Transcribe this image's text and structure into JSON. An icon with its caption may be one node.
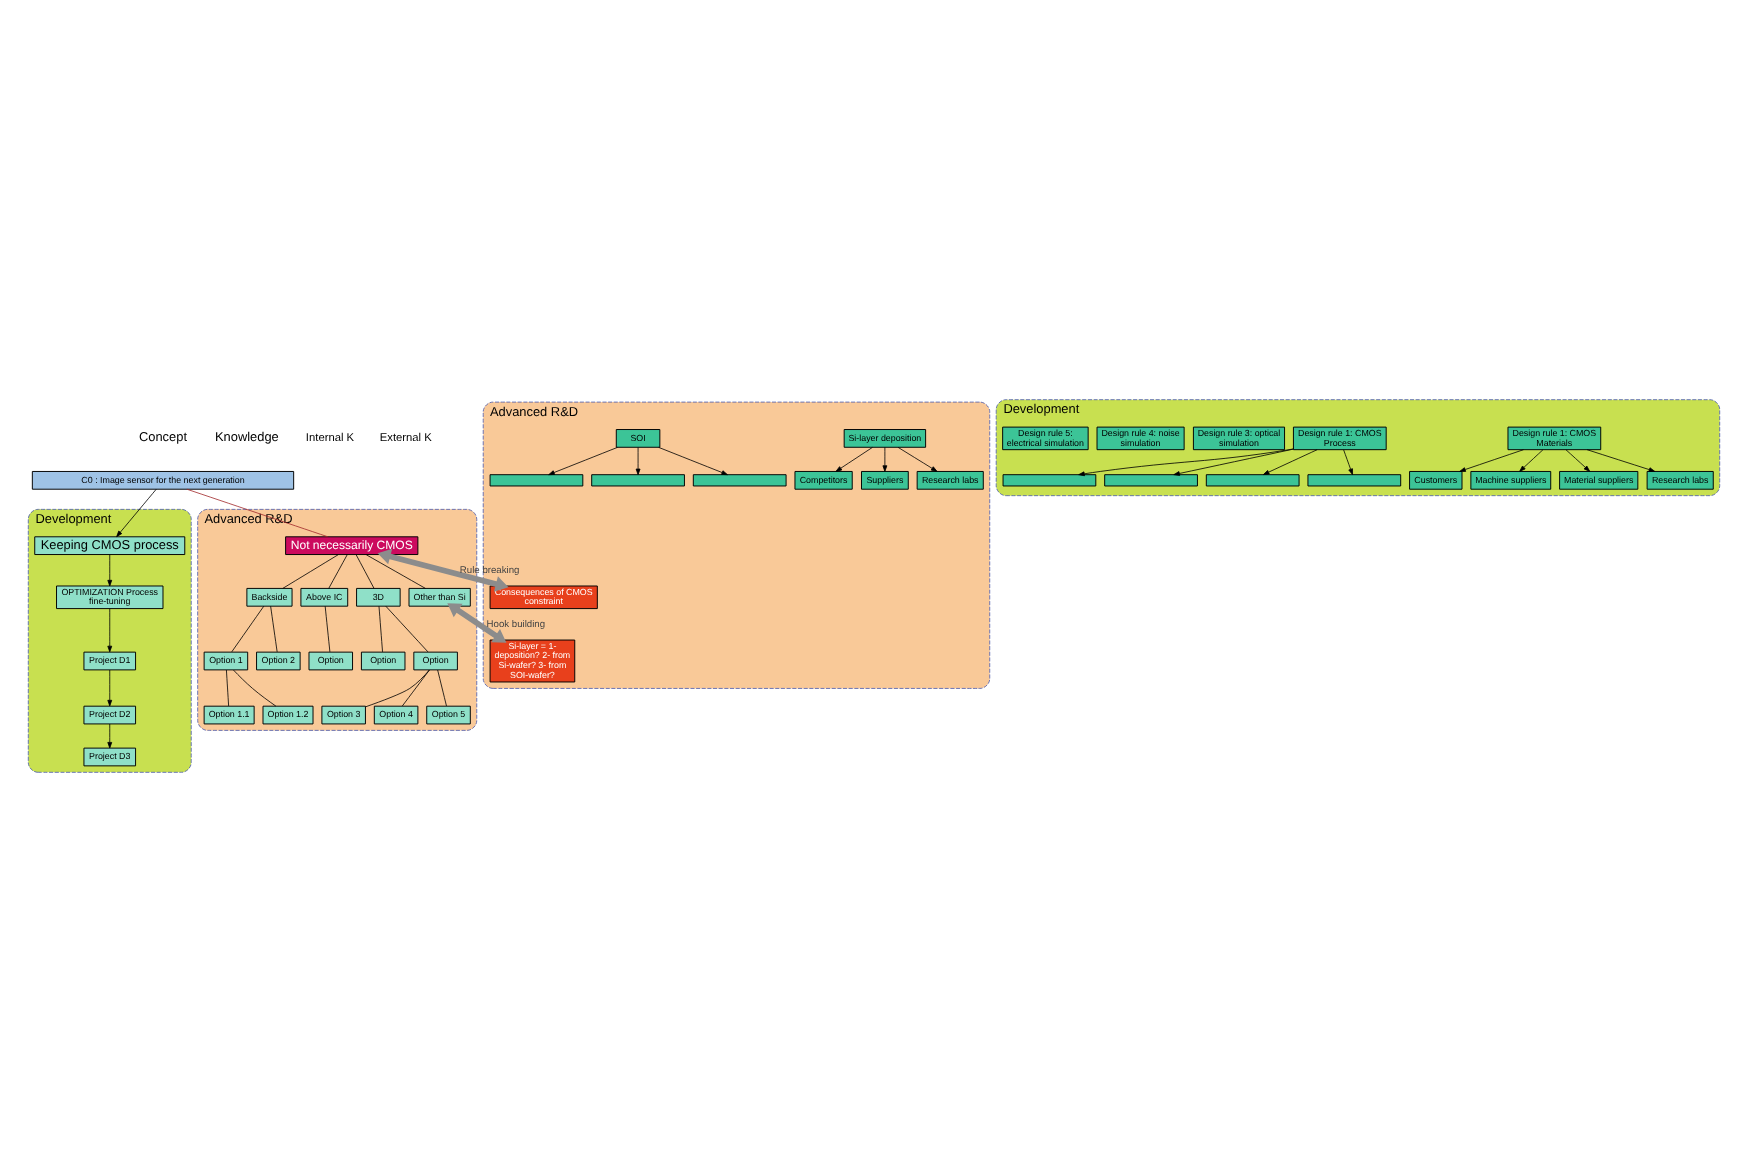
{
  "diagram": {
    "nodes": [
      {
        "text": [
          "C0 : Image sensor for the next generation"
        ]
      },
      {
        "text": [
          "Development"
        ]
      },
      {
        "text": [
          "Keeping CMOS process"
        ],
        "in": 1
      },
      {
        "text": [
          "OPTIMIZATION Process fine-tuning"
        ],
        "in": 1
      },
      {
        "text": [
          "Project D1"
        ],
        "in": 1
      },
      {
        "text": [
          "Project D2"
        ],
        "in": 1
      },
      {
        "text": [
          "Project D3"
        ],
        "in": 1
      },
      {
        "text": [
          "Advanced R&D"
        ]
      },
      {
        "text": [
          "Not necessarily CMOS"
        ],
        "in": 7
      },
      {
        "text": [
          "Backside"
        ],
        "in": 7
      },
      {
        "text": [
          "Above IC"
        ],
        "in": 7
      },
      {
        "text": [
          "3D"
        ],
        "in": 7
      },
      {
        "text": [
          "Other than Si"
        ],
        "in": 7
      },
      {
        "text": [
          "Option 1"
        ],
        "in": 7
      },
      {
        "text": [
          "Option 2"
        ],
        "in": 7
      },
      {
        "text": [
          "Option"
        ],
        "in": 7
      },
      {
        "text": [
          "Option"
        ],
        "in": 7
      },
      {
        "text": [
          "Option"
        ],
        "in": 7
      },
      {
        "text": [
          "Option 1.1"
        ],
        "in": 7
      },
      {
        "text": [
          "Option 1.2"
        ],
        "in": 7
      },
      {
        "text": [
          "Option 3"
        ],
        "in": 7
      },
      {
        "text": [
          "Option 4"
        ],
        "in": 7
      },
      {
        "text": [
          "Option 5"
        ],
        "in": 7
      },
      {
        "text": [
          "Development"
        ]
      },
      {
        "text": [
          "Design rule 1: CMOS Materials"
        ],
        "in": 23
      },
      {
        "text": [
          "Design rule 1: CMOS Process"
        ],
        "in": 23
      },
      {
        "text": [
          "Design rule 3: optical simulation"
        ],
        "in": 23
      },
      {
        "text": [
          "Design rule 4: noise simulation"
        ],
        "in": 23
      },
      {
        "text": [
          "Design rule 5: electrical simulation"
        ],
        "in": 23
      },
      {
        "text": [
          "Customers"
        ],
        "in": 23
      },
      {
        "text": [
          "Machine suppliers"
        ],
        "in": 23
      },
      {
        "text": [
          "Material suppliers"
        ],
        "in": 23
      },
      {
        "text": [
          "Research labs"
        ],
        "in": 23
      },
      {
        "text": [],
        "shape": "box",
        "in": 23
      },
      {
        "text": [],
        "shape": "box",
        "in": 23
      },
      {
        "text": [],
        "shape": "box",
        "in": 23
      },
      {
        "text": [],
        "shape": "box",
        "in": 23
      },
      {
        "text": [
          "Advanced R&D"
        ]
      },
      {
        "text": [
          "Consequences of CMOS constraint"
        ],
        "in": 37
      },
      {
        "text": [
          "Si-layer = 1- deposition? 2- from Si-wafer? 3- from SOI-wafer?"
        ],
        "in": 37
      },
      {
        "text": [
          "Si-layer deposition"
        ],
        "in": 37
      },
      {
        "text": [
          "SOI"
        ],
        "in": 37
      },
      {
        "text": [
          "Competitors"
        ],
        "in": 37
      },
      {
        "text": [
          "Suppliers"
        ],
        "in": 37
      },
      {
        "text": [
          "Research labs"
        ],
        "in": 37
      },
      {
        "text": [],
        "shape": "box",
        "in": 37
      },
      {
        "text": [],
        "shape": "box",
        "in": 37
      },
      {
        "text": [],
        "shape": "box",
        "in": 37
      }
    ],
    "edges": [
      {
        "from": 0,
        "to": 2,
        "arrow": "to"
      },
      {
        "from": 0,
        "to": 8,
        "arrow": "none",
        "color": "#a0282a"
      },
      {
        "from": 2,
        "to": 3,
        "arrow": "to"
      },
      {
        "from": 3,
        "to": 4,
        "arrow": "to"
      },
      {
        "from": 4,
        "to": 5,
        "arrow": "to"
      },
      {
        "from": 5,
        "to": 6,
        "arrow": "to"
      },
      {
        "from": 8,
        "to": 9,
        "arrow": "none"
      },
      {
        "from": 8,
        "to": 10,
        "arrow": "none"
      },
      {
        "from": 8,
        "to": 11,
        "arrow": "none"
      },
      {
        "from": 8,
        "to": 12,
        "arrow": "none"
      },
      {
        "from": 9,
        "to": 13,
        "arrow": "none"
      },
      {
        "from": 9,
        "to": 14,
        "arrow": "none"
      },
      {
        "from": 10,
        "to": 15,
        "arrow": "none"
      },
      {
        "from": 11,
        "to": 16,
        "arrow": "none"
      },
      {
        "from": 11,
        "to": 17,
        "arrow": "none"
      },
      {
        "from": 13,
        "to": 18,
        "arrow": "none"
      },
      {
        "from": 13,
        "to": 19,
        "arrow": "none"
      },
      {
        "from": 17,
        "to": 20,
        "arrow": "none"
      },
      {
        "from": 17,
        "to": 21,
        "arrow": "none"
      },
      {
        "from": 17,
        "to": 22,
        "arrow": "none"
      },
      {
        "from": 8,
        "to": 38,
        "arrow": "both",
        "label": "Rule breaking",
        "style": "thick",
        "color": "#8c8c8c"
      },
      {
        "from": 12,
        "to": 39,
        "arrow": "both",
        "label": "Hook building",
        "style": "thick",
        "color": "#8c8c8c"
      },
      {
        "from": 24,
        "to": 29,
        "arrow": "to"
      },
      {
        "from": 24,
        "to": 30,
        "arrow": "to"
      },
      {
        "from": 24,
        "to": 31,
        "arrow": "to"
      },
      {
        "from": 24,
        "to": 32,
        "arrow": "to"
      },
      {
        "from": 25,
        "to": 33,
        "arrow": "to"
      },
      {
        "from": 25,
        "to": 34,
        "arrow": "to"
      },
      {
        "from": 25,
        "to": 35,
        "arrow": "to"
      },
      {
        "from": 25,
        "to": 36,
        "arrow": "to"
      },
      {
        "from": 40,
        "to": 42,
        "arrow": "to"
      },
      {
        "from": 40,
        "to": 43,
        "arrow": "to"
      },
      {
        "from": 40,
        "to": 44,
        "arrow": "to"
      },
      {
        "from": 41,
        "to": 45,
        "arrow": "to"
      },
      {
        "from": 41,
        "to": 46,
        "arrow": "to"
      },
      {
        "from": 41,
        "to": 47,
        "arrow": "to"
      }
    ],
    "labels": [
      "Concept",
      "Knowledge",
      "Internal K",
      "External K"
    ]
  }
}
